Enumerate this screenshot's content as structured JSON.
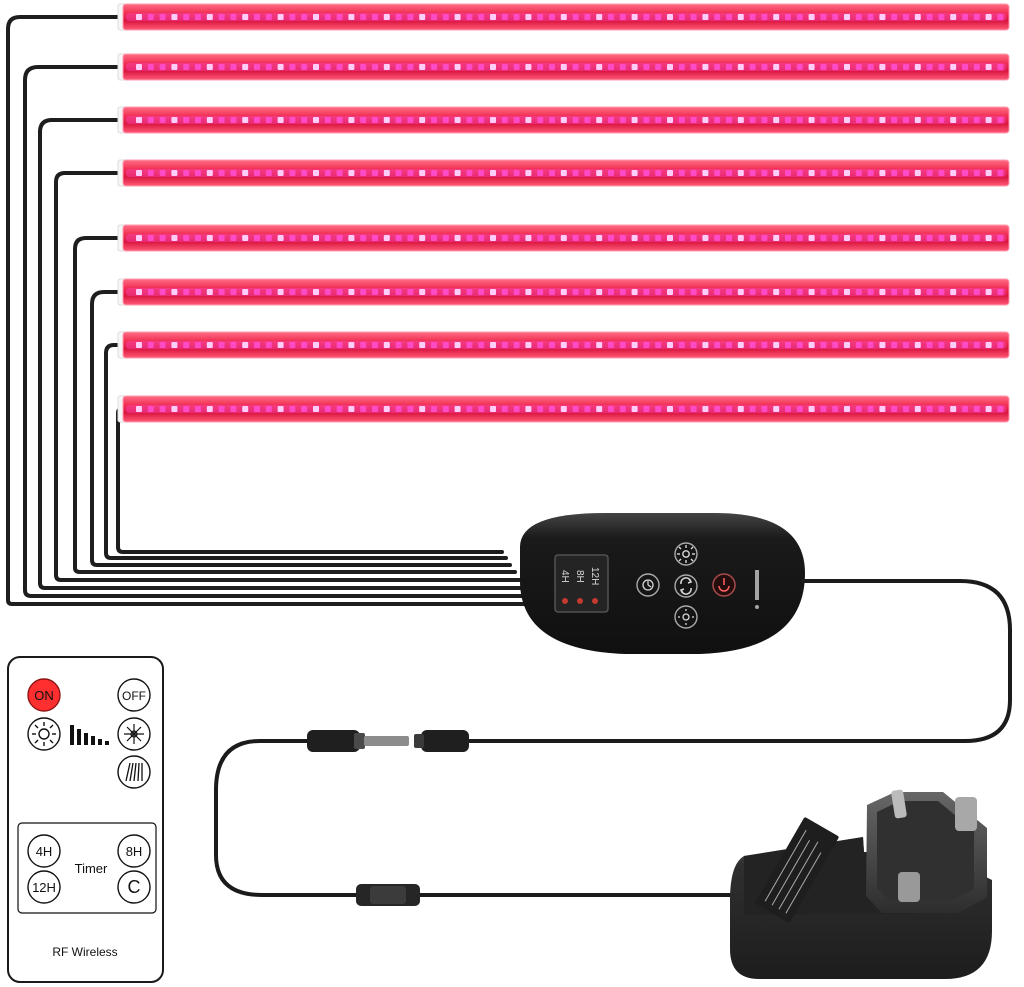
{
  "product": {
    "light_strips_count": 8
  },
  "controller": {
    "timer_labels": [
      "4H",
      "8H",
      "12H"
    ]
  },
  "remote": {
    "buttons": {
      "on": "ON",
      "off": "OFF",
      "timer_4h": "4H",
      "timer_8h": "8H",
      "timer_12h": "12H",
      "cancel": "C"
    },
    "timer_label": "Timer",
    "footer": "RF Wireless"
  },
  "colors": {
    "strip_red": "#ef2d55",
    "strip_magenta": "#ff4fd2",
    "strip_white": "#ffd7ff",
    "cable": "#202020",
    "controller_body": "#1e1e1e",
    "adapter_body": "#2a2a2a"
  },
  "icons": {
    "remote_brightness": "sun-icon",
    "remote_mode": "spectrum-icon",
    "controller_power": "power-icon",
    "controller_brightness": "sun-icon"
  }
}
